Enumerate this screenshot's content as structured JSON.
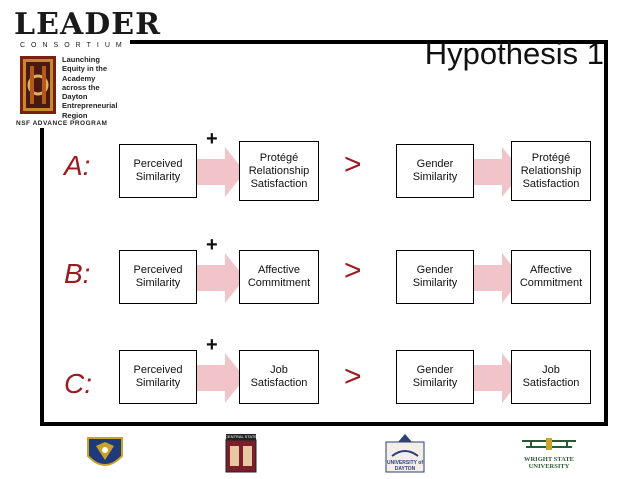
{
  "title": "Hypothesis 1",
  "logo": {
    "word": "LEADER",
    "sub": "CONSORTIUM",
    "tagline": [
      "Launching",
      "Equity in the",
      "Academy",
      "across the",
      "Dayton",
      "Entrepreneurial",
      "Region"
    ],
    "program": "NSF ADVANCE PROGRAM"
  },
  "rows": [
    {
      "label": "A:",
      "left_box": "Perceived Similarity",
      "plus": "+",
      "mid_box": "Protégé Relationship Satisfaction",
      "comparator": ">",
      "right_left_box": "Gender Similarity",
      "right_box": "Protégé Relationship Satisfaction"
    },
    {
      "label": "B:",
      "left_box": "Perceived Similarity",
      "plus": "+",
      "mid_box": "Affective Commitment",
      "comparator": ">",
      "right_left_box": "Gender Similarity",
      "right_box": "Affective Commitment"
    },
    {
      "label": "C:",
      "left_box": "Perceived Similarity",
      "plus": "+",
      "mid_box": "Job Satisfaction",
      "comparator": ">",
      "right_left_box": "Gender Similarity",
      "right_box": "Job Satisfaction"
    }
  ],
  "footer_logos": {
    "central_state": "CENTRAL STATE",
    "dayton": "UNIVERSITY of DAYTON",
    "wright_state": "WRIGHT STATE UNIVERSITY"
  },
  "colors": {
    "accent": "#9b1c20",
    "arrow": "#f0c4c8"
  }
}
